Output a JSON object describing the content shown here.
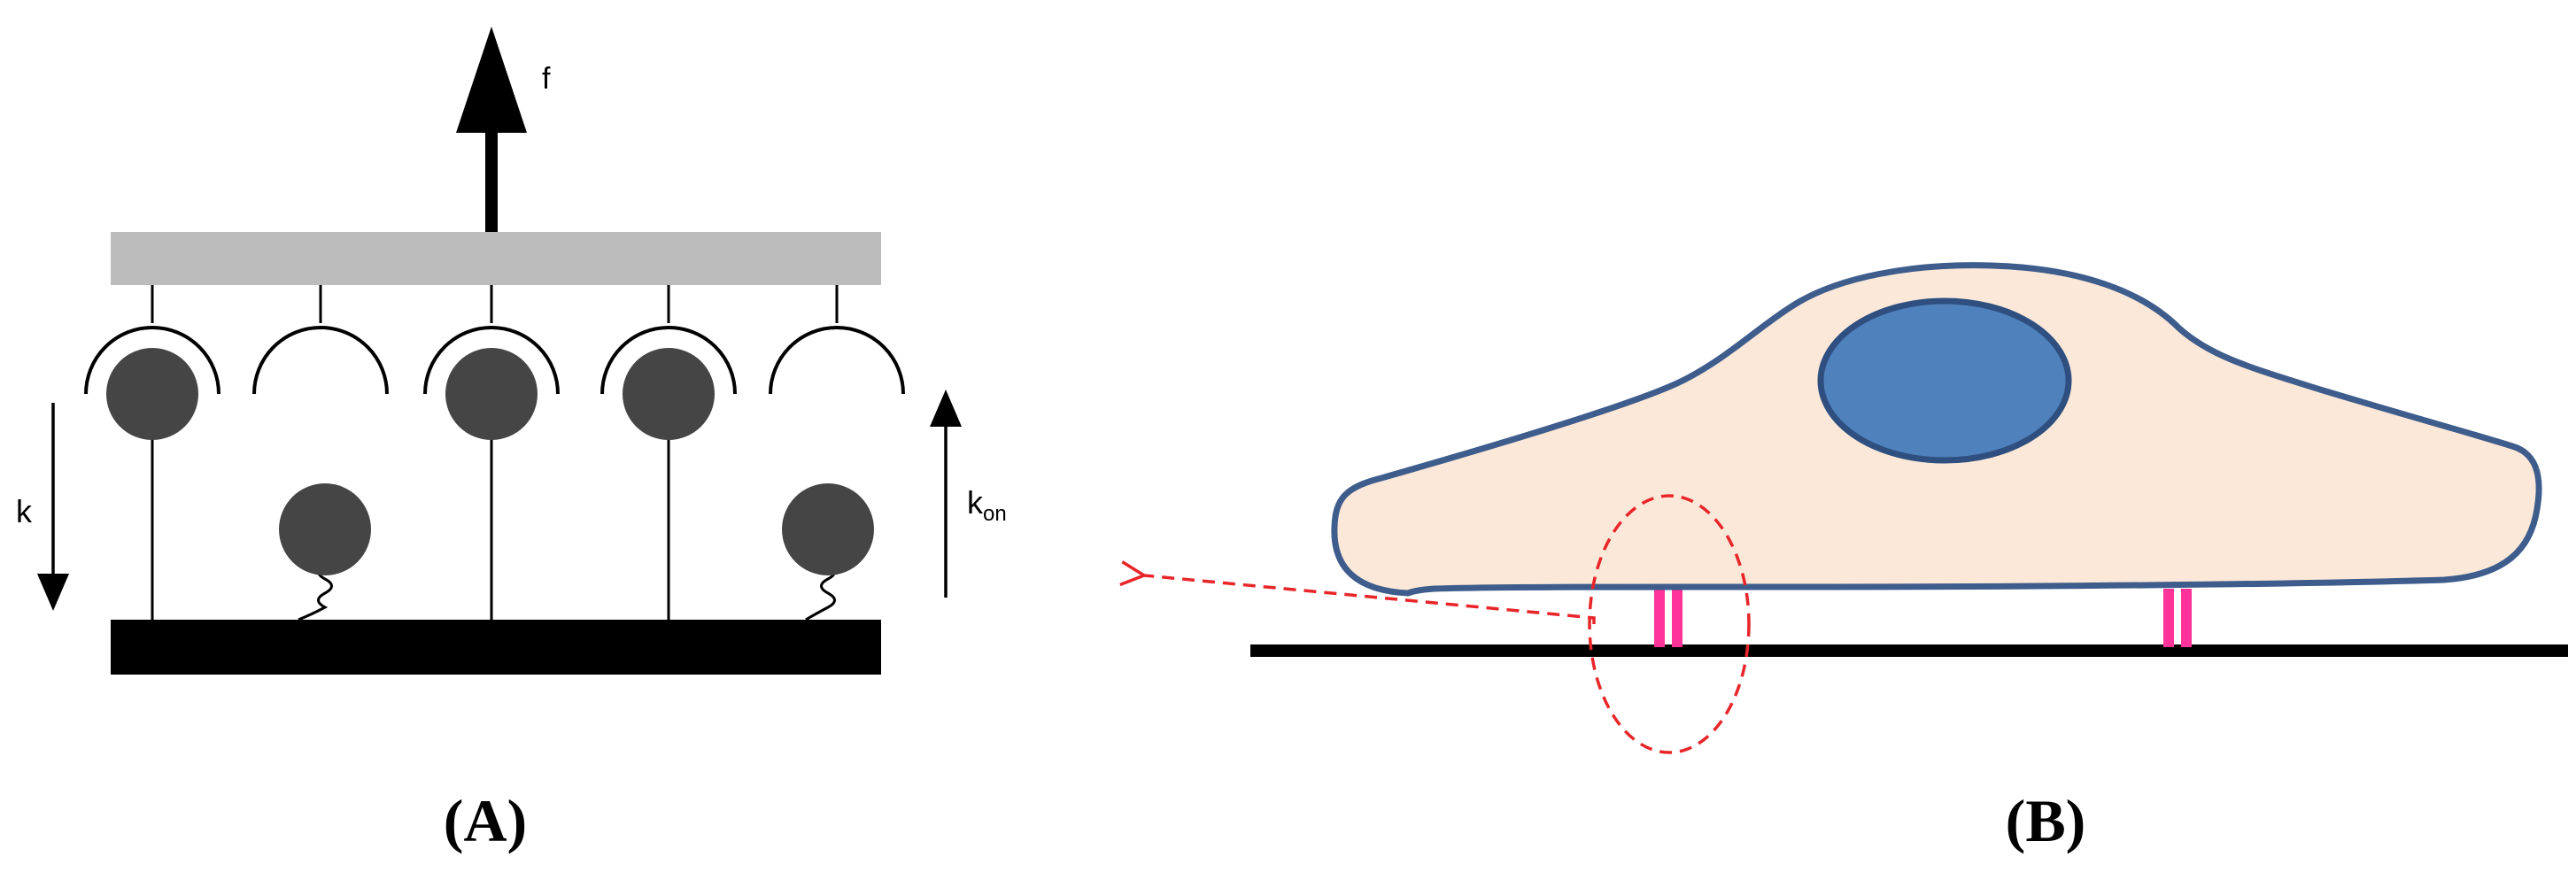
{
  "panel_a": {
    "force_label": "f",
    "off_rate_label": "k",
    "on_rate_label": "k",
    "on_rate_subscript": "on",
    "caption": "(A)"
  },
  "panel_b": {
    "caption": "(B)"
  },
  "colors": {
    "cell_fill": "#fce8d8",
    "cell_outline": "#3e5d8c",
    "nucleus_fill": "#4f81bd",
    "nucleus_outline": "#2e4f7f",
    "adhesion_bond": "#ff3399",
    "zoom_arrow": "#e8262a",
    "bead": "#454545",
    "plate": "#bcbcbc",
    "substrate": "#000000"
  }
}
